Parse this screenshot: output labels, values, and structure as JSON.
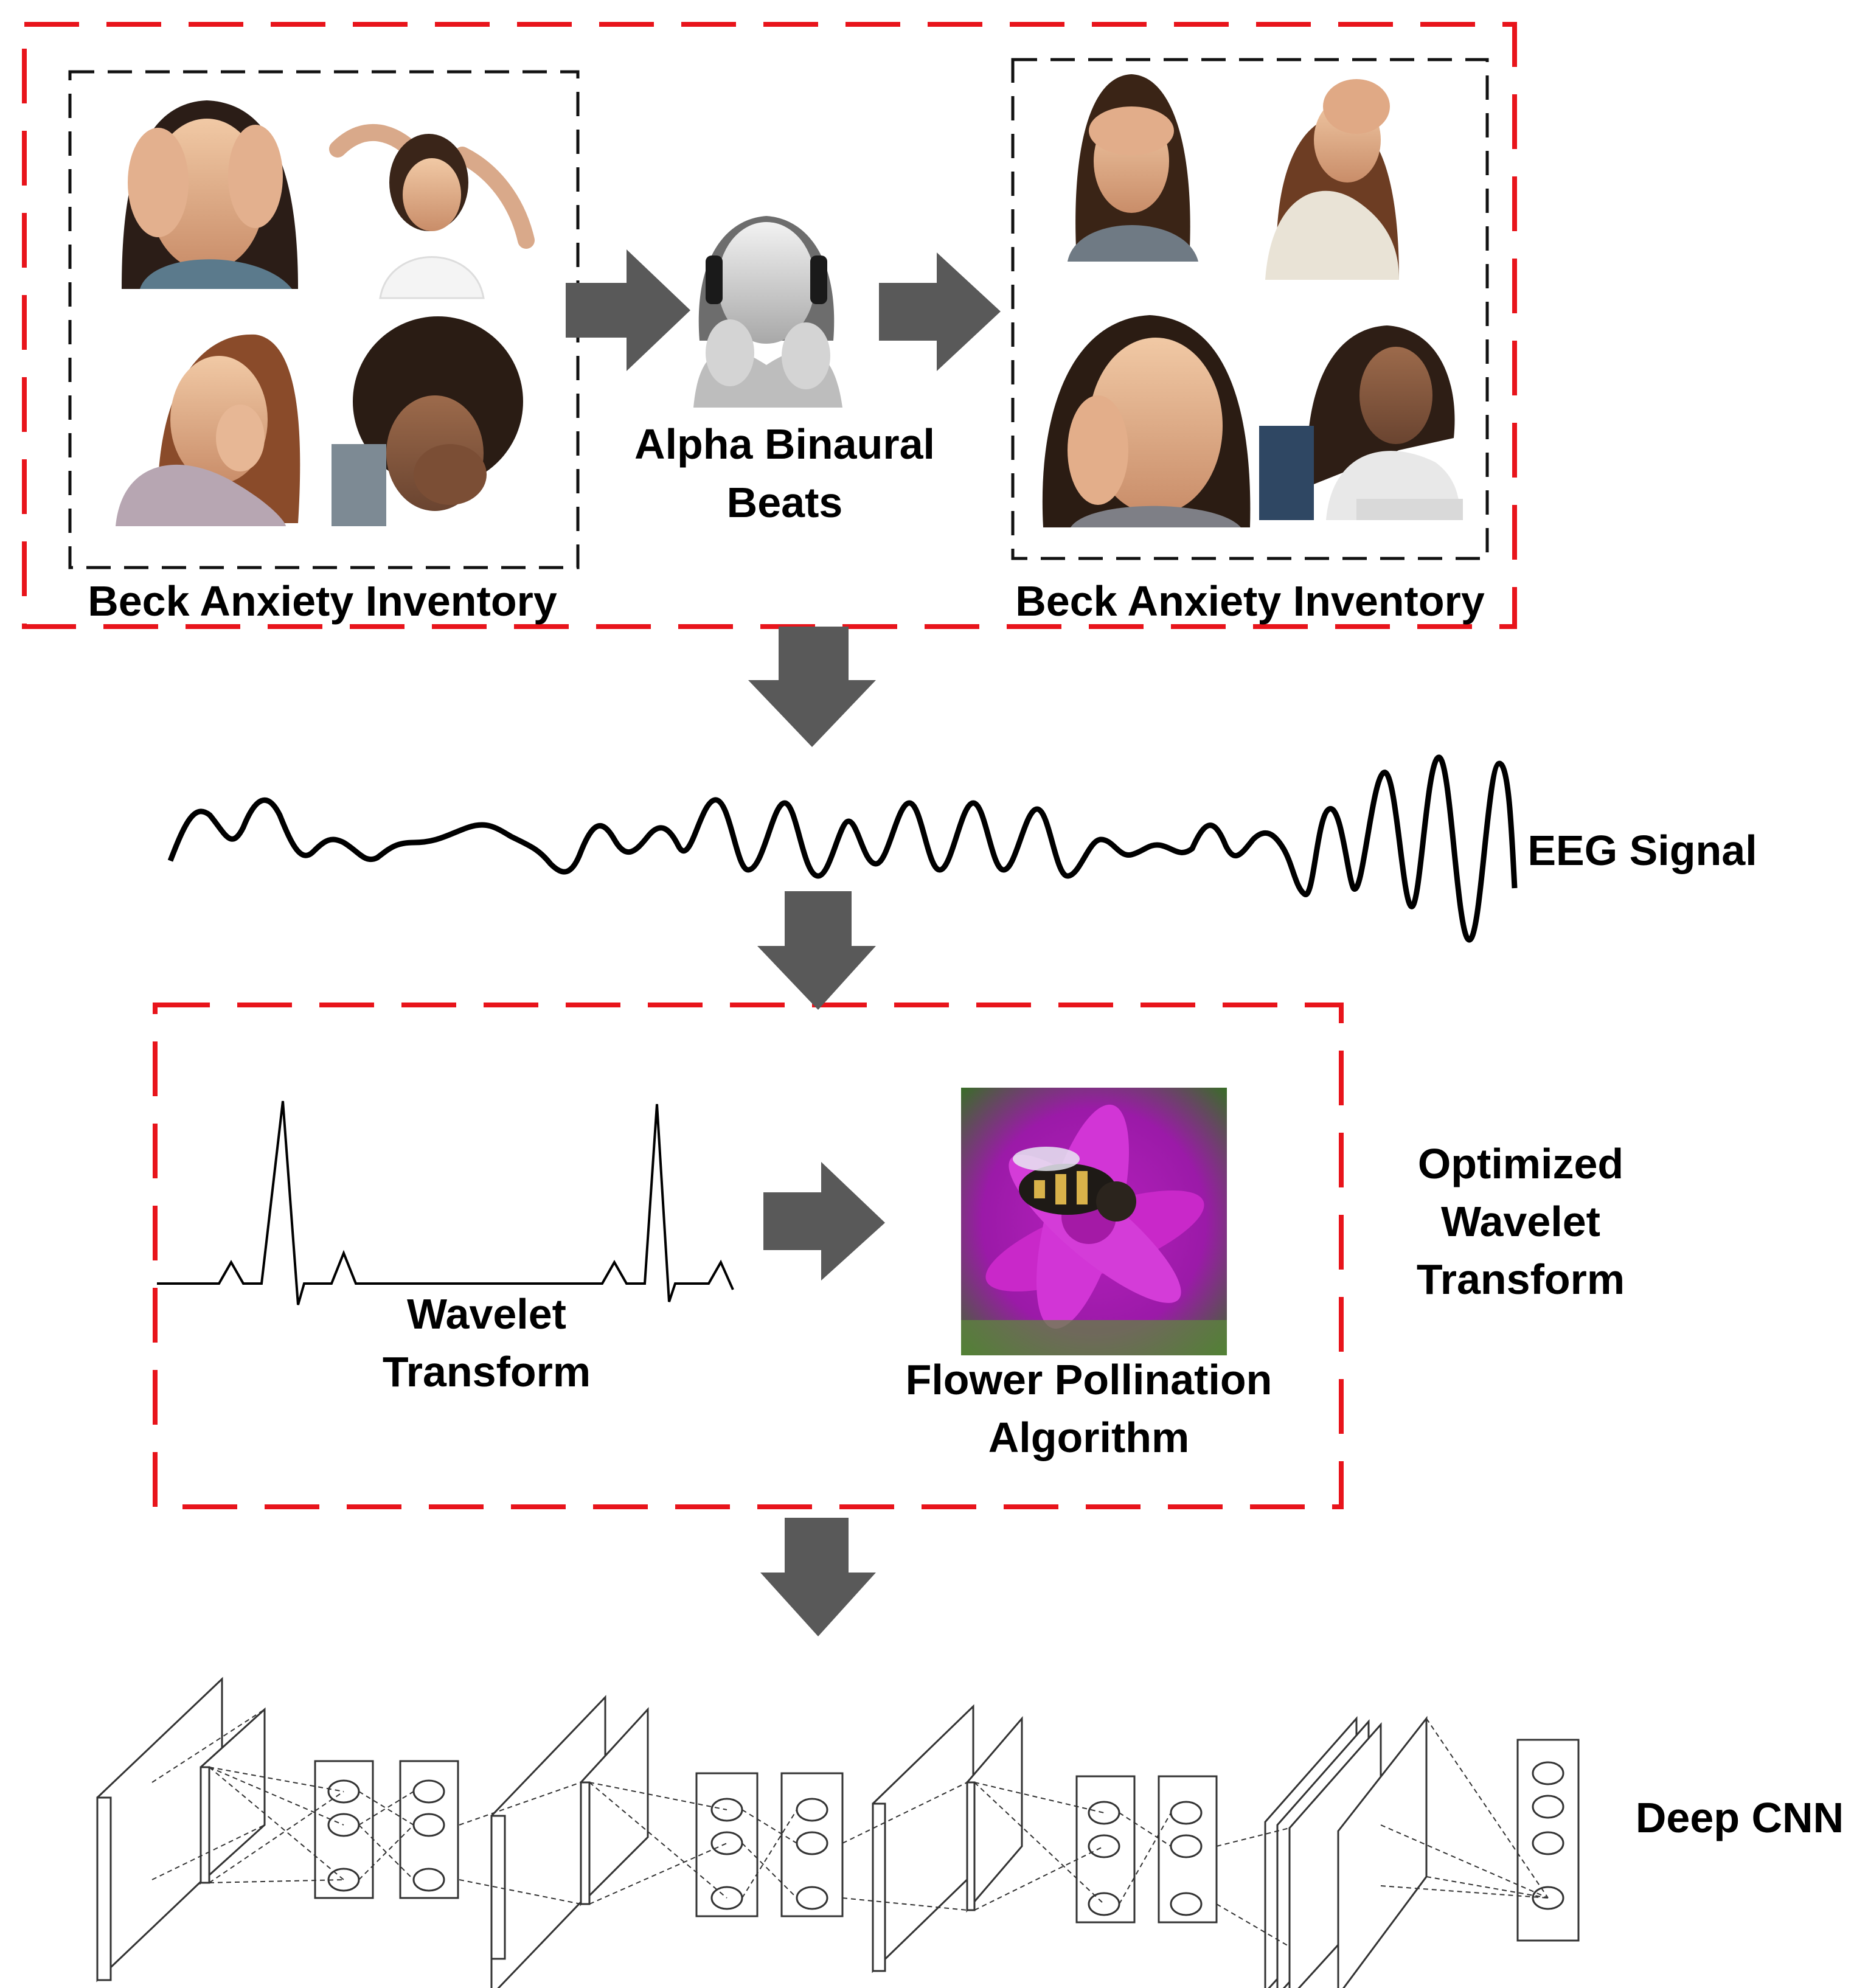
{
  "colors": {
    "dashed_outer": "#e8141b",
    "dashed_inner": "#111111",
    "arrow": "#595959",
    "signal": "#000000"
  },
  "top_stage": {
    "before_caption": "Beck Anxiety Inventory",
    "stimulus_line1": "Alpha Binaural",
    "stimulus_line2": "Beats",
    "after_caption": "Beck Anxiety Inventory"
  },
  "eeg": {
    "label": "EEG Signal"
  },
  "optimization": {
    "wavelet_line1": "Wavelet",
    "wavelet_line2": "Transform",
    "fpa_line1": "Flower Pollination",
    "fpa_line2": "Algorithm",
    "side_line1": "Optimized",
    "side_line2": "Wavelet",
    "side_line3": "Transform"
  },
  "cnn": {
    "label": "Deep CNN"
  },
  "icons": [
    "anxious-person-photo",
    "headphones-person-photo",
    "bee-on-flower-photo",
    "cnn-architecture-drawing"
  ]
}
